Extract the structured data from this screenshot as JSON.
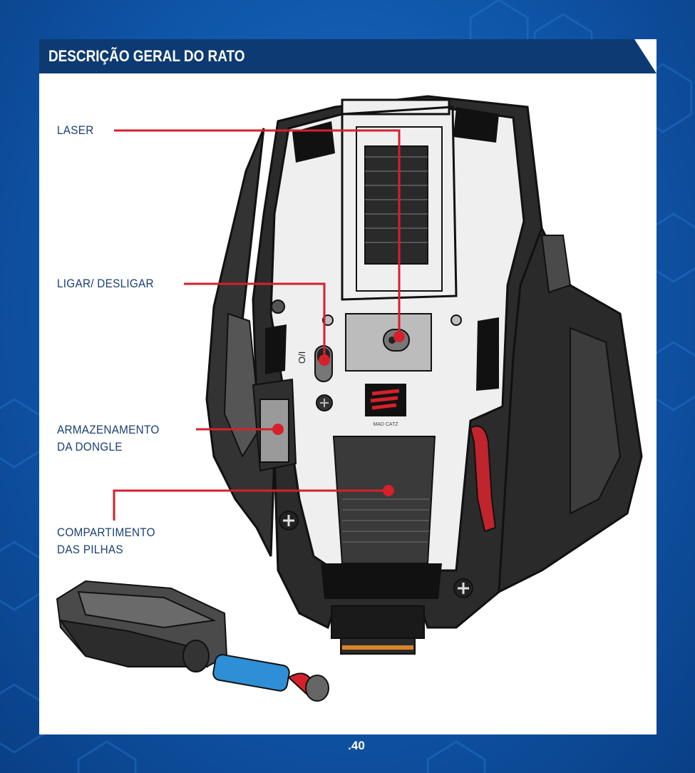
{
  "header": {
    "title": "DESCRIÇÃO GERAL DO RATO"
  },
  "callouts": {
    "laser": "LASER",
    "power": "LIGAR/ DESLIGAR",
    "dongle_line1": "ARMAZENAMENTO",
    "dongle_line2": "DA DONGLE",
    "battery_line1": "COMPARTIMENTO",
    "battery_line2": "DAS PILHAS"
  },
  "mouse_markings": {
    "switch_label": "O/I",
    "brand": "MAD CATZ"
  },
  "footer": {
    "page_number": ".40"
  },
  "colors": {
    "background": "#0f55a8",
    "header": "#0d3a72",
    "callout_line": "#d6202c",
    "label_text": "#1a3f73"
  }
}
